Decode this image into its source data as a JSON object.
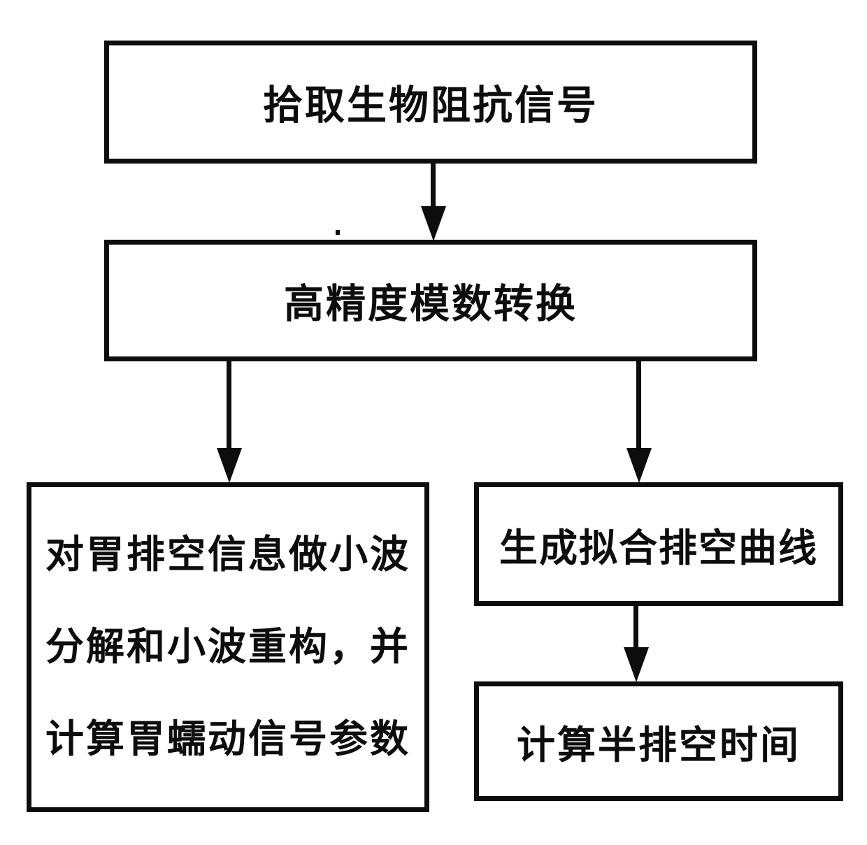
{
  "diagram": {
    "type": "flowchart",
    "background_color": "#ffffff",
    "ink_color": "#0d0d0d",
    "nodes": {
      "acquire": {
        "text": "拾取生物阻抗信号"
      },
      "adc": {
        "text": "高精度模数转换"
      },
      "wavelet": {
        "lines": [
          "对胃排空信息做小波",
          "分解和小波重构，并",
          "计算胃蠕动信号参数"
        ]
      },
      "curve": {
        "text": "生成拟合排空曲线"
      },
      "halftime": {
        "text": "计算半排空时间"
      }
    },
    "connections": [
      {
        "from": "acquire",
        "to": "adc"
      },
      {
        "from": "adc",
        "to": "wavelet"
      },
      {
        "from": "adc",
        "to": "curve"
      },
      {
        "from": "curve",
        "to": "halftime"
      }
    ]
  }
}
